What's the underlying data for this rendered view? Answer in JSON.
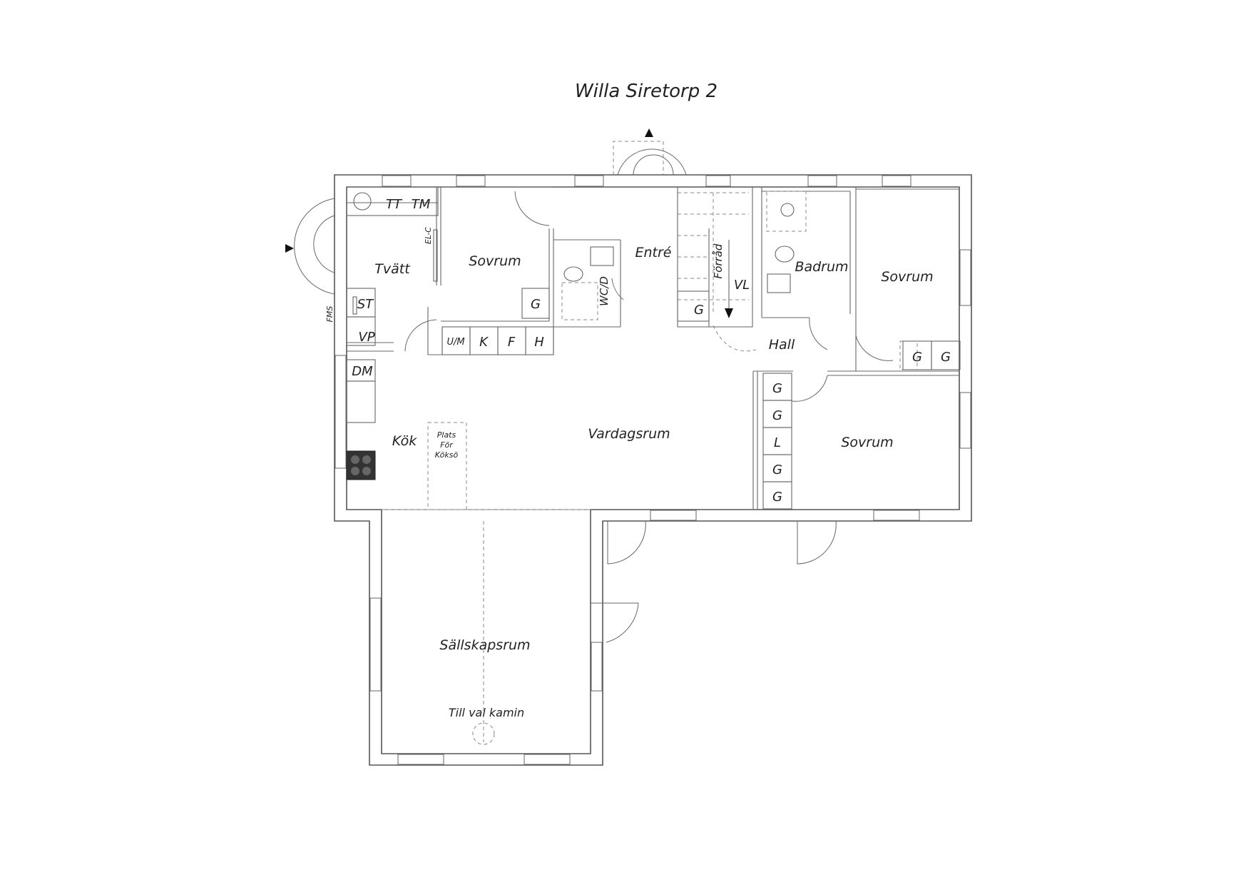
{
  "title": "Willa Siretorp 2",
  "rooms": {
    "tvatt": "Tvätt",
    "sovrum1": "Sovrum",
    "entre": "Entré",
    "badrum": "Badrum",
    "sovrum2": "Sovrum",
    "hall": "Hall",
    "kok": "Kök",
    "vardagsrum": "Vardagsrum",
    "sovrum3": "Sovrum",
    "sallskapsrum": "Sällskapsrum",
    "forrad": "Förråd",
    "wcd": "WC/D"
  },
  "fixtures": {
    "tt": "TT",
    "tm": "TM",
    "elc": "EL-C",
    "st": "ST",
    "vp": "VP",
    "fms": "FMS",
    "dm": "DM",
    "um": "U/M",
    "k": "K",
    "f": "F",
    "h": "H",
    "g": "G",
    "l": "L",
    "vl": "VL",
    "plats": "Plats",
    "for": "För",
    "kokso": "Köksö",
    "kamin": "Till val kamin"
  }
}
